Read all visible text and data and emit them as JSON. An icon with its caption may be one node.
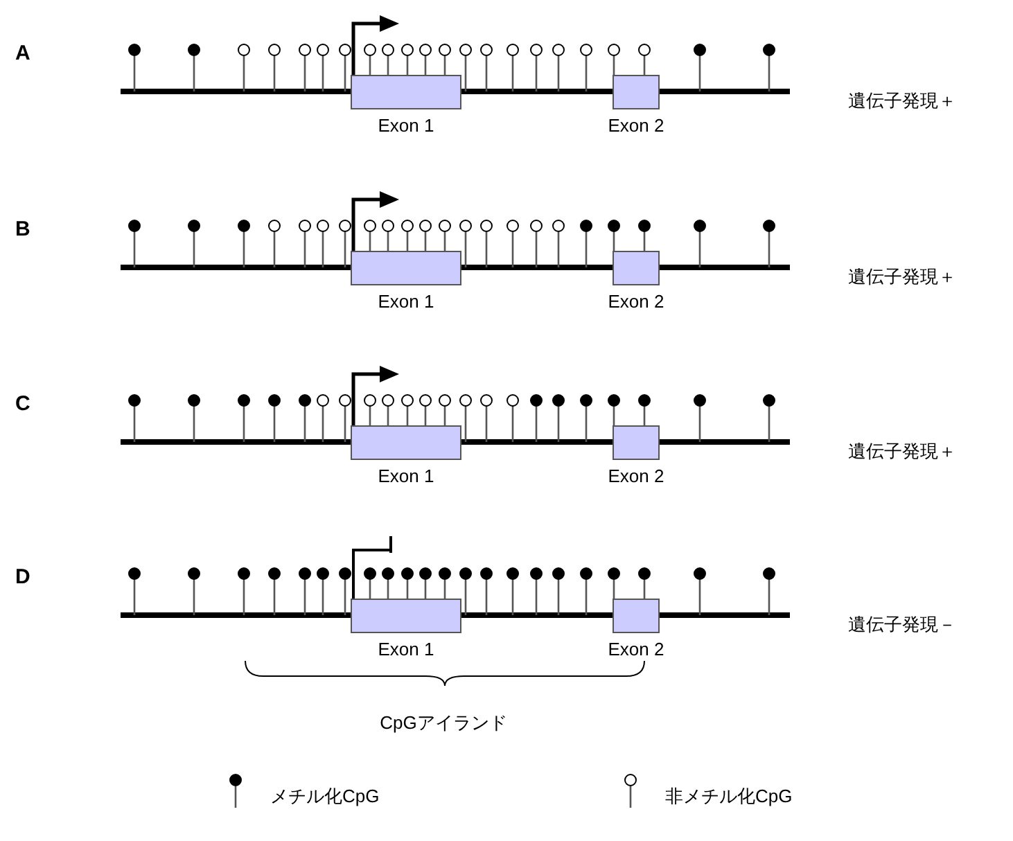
{
  "diagram": {
    "nodes": [
      {
        "text": [],
        "shape": "dot"
      },
      {
        "text": [],
        "shape": "dot"
      },
      {
        "text": [],
        "shape": "circle"
      },
      {
        "text": [],
        "shape": "circle"
      },
      {
        "text": [],
        "shape": "circle"
      },
      {
        "text": [],
        "shape": "circle"
      },
      {
        "text": [],
        "shape": "circle"
      },
      {
        "text": [],
        "shape": "circle"
      },
      {
        "text": [],
        "shape": "circle"
      },
      {
        "text": [],
        "shape": "circle"
      },
      {
        "text": [],
        "shape": "circle"
      },
      {
        "text": [],
        "shape": "circle"
      },
      {
        "text": [],
        "shape": "circle"
      },
      {
        "text": [],
        "shape": "circle"
      },
      {
        "text": [],
        "shape": "circle"
      },
      {
        "text": [],
        "shape": "circle"
      },
      {
        "text": [],
        "shape": "circle"
      },
      {
        "text": [],
        "shape": "circle"
      },
      {
        "text": [],
        "shape": "circle"
      },
      {
        "text": [],
        "shape": "circle"
      },
      {
        "text": [],
        "shape": "dot"
      },
      {
        "text": [],
        "shape": "dot"
      },
      {
        "text": [
          "Exon 1"
        ]
      },
      {
        "text": [
          "Exon 2"
        ]
      },
      {
        "text": [],
        "shape": "dot"
      },
      {
        "text": [],
        "shape": "dot"
      },
      {
        "text": [],
        "shape": "dot"
      },
      {
        "text": [],
        "shape": "circle"
      },
      {
        "text": [],
        "shape": "circle"
      },
      {
        "text": [],
        "shape": "circle"
      },
      {
        "text": [],
        "shape": "circle"
      },
      {
        "text": [],
        "shape": "circle"
      },
      {
        "text": [],
        "shape": "circle"
      },
      {
        "text": [],
        "shape": "circle"
      },
      {
        "text": [],
        "shape": "circle"
      },
      {
        "text": [],
        "shape": "circle"
      },
      {
        "text": [],
        "shape": "circle"
      },
      {
        "text": [],
        "shape": "circle"
      },
      {
        "text": [],
        "shape": "circle"
      },
      {
        "text": [],
        "shape": "circle"
      },
      {
        "text": [],
        "shape": "circle"
      },
      {
        "text": [],
        "shape": "dot"
      },
      {
        "text": [],
        "shape": "dot"
      },
      {
        "text": [],
        "shape": "dot"
      },
      {
        "text": [],
        "shape": "dot"
      },
      {
        "text": [],
        "shape": "dot"
      },
      {
        "text": [
          "Exon 1"
        ]
      },
      {
        "text": [
          "Exon 2"
        ]
      },
      {
        "text": [],
        "shape": "dot"
      },
      {
        "text": [],
        "shape": "dot"
      },
      {
        "text": [],
        "shape": "dot"
      },
      {
        "text": [],
        "shape": "dot"
      },
      {
        "text": [],
        "shape": "dot"
      },
      {
        "text": [],
        "shape": "circle"
      },
      {
        "text": [],
        "shape": "circle"
      },
      {
        "text": [],
        "shape": "circle"
      },
      {
        "text": [],
        "shape": "circle"
      },
      {
        "text": [],
        "shape": "circle"
      },
      {
        "text": [],
        "shape": "circle"
      },
      {
        "text": [],
        "shape": "circle"
      },
      {
        "text": [],
        "shape": "circle"
      },
      {
        "text": [],
        "shape": "circle"
      },
      {
        "text": [],
        "shape": "circle"
      },
      {
        "text": [],
        "shape": "dot"
      },
      {
        "text": [],
        "shape": "dot"
      },
      {
        "text": [],
        "shape": "dot"
      },
      {
        "text": [],
        "shape": "dot"
      },
      {
        "text": [],
        "shape": "dot"
      },
      {
        "text": [],
        "shape": "dot"
      },
      {
        "text": [],
        "shape": "dot"
      },
      {
        "text": [
          "Exon 1"
        ]
      },
      {
        "text": [
          "Exon 2"
        ]
      },
      {
        "text": [],
        "shape": "dot"
      },
      {
        "text": [],
        "shape": "dot"
      },
      {
        "text": [],
        "shape": "dot"
      },
      {
        "text": [],
        "shape": "dot"
      },
      {
        "text": [],
        "shape": "dot"
      },
      {
        "text": [],
        "shape": "dot"
      },
      {
        "text": [],
        "shape": "dot"
      },
      {
        "text": [],
        "shape": "dot"
      },
      {
        "text": [],
        "shape": "dot"
      },
      {
        "text": [],
        "shape": "dot"
      },
      {
        "text": [],
        "shape": "dot"
      },
      {
        "text": [],
        "shape": "dot"
      },
      {
        "text": [],
        "shape": "dot"
      },
      {
        "text": [],
        "shape": "dot"
      },
      {
        "text": [],
        "shape": "dot"
      },
      {
        "text": [],
        "shape": "dot"
      },
      {
        "text": [],
        "shape": "dot"
      },
      {
        "text": [],
        "shape": "dot"
      },
      {
        "text": [],
        "shape": "dot"
      },
      {
        "text": [],
        "shape": "dot"
      },
      {
        "text": [],
        "shape": "dot"
      },
      {
        "text": [],
        "shape": "dot"
      },
      {
        "text": [
          "Exon 1"
        ]
      },
      {
        "text": [
          "Exon 2"
        ]
      }
    ],
    "edges": [],
    "labels": [
      "A",
      "遺伝子発現＋",
      "B",
      "遺伝子発現＋",
      "C",
      "遺伝子発現＋",
      "D",
      "遺伝子発現－",
      "CpGアイランド"
    ],
    "legend": [
      {
        "text": "メチル化CpG"
      },
      {
        "text": "非メチル化CpG"
      }
    ]
  }
}
